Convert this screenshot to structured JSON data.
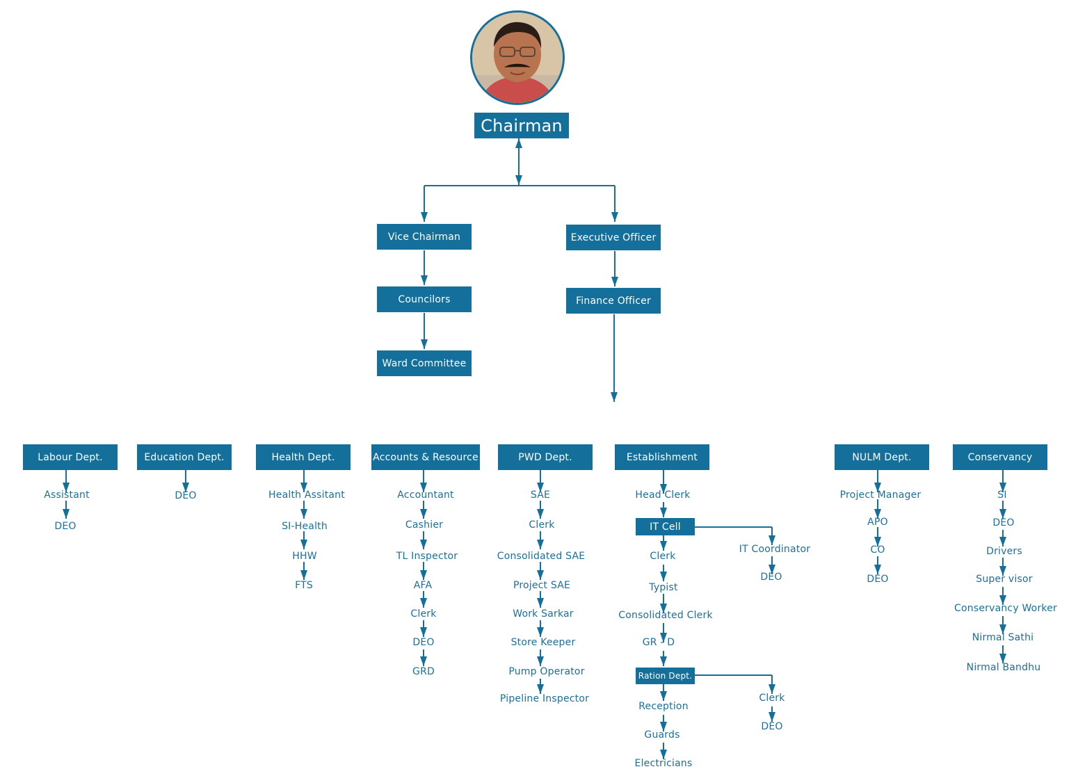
{
  "colors": {
    "primary": "#14709b",
    "text": "#1a6f99",
    "line": "#14709b",
    "background": "#ffffff"
  },
  "chairman": {
    "photo": "portrait-photo",
    "title": "Chairman"
  },
  "vice_chairman": {
    "title": "Vice Chairman",
    "chain": [
      "Councilors",
      "Ward Committee"
    ]
  },
  "executive_officer": {
    "title": "Executive Officer",
    "chain": [
      "Finance Officer"
    ]
  },
  "departments": [
    {
      "name": "Labour Dept.",
      "roles": [
        "Assistant",
        "DEO"
      ]
    },
    {
      "name": "Education Dept.",
      "roles": [
        "DEO"
      ]
    },
    {
      "name": "Health Dept.",
      "roles": [
        "Health Assitant",
        "SI-Health",
        "HHW",
        "FTS"
      ]
    },
    {
      "name": "Accounts & Resource",
      "roles": [
        "Accountant",
        "Cashier",
        "TL Inspector",
        "AFA",
        "Clerk",
        "DEO",
        "GRD"
      ]
    },
    {
      "name": "PWD Dept.",
      "roles": [
        "SAE",
        "Clerk",
        "Consolidated SAE",
        "Project SAE",
        "Work Sarkar",
        "Store Keeper",
        "Pump Operator",
        "Pipeline Inspector"
      ]
    },
    {
      "name": "Establishment",
      "roles": [
        "Head Clerk"
      ]
    },
    {
      "name": "NULM Dept.",
      "roles": [
        "Project Manager",
        "APO",
        "CO",
        "DEO"
      ]
    },
    {
      "name": "Conservancy",
      "roles": [
        "SI",
        "DEO",
        "Drivers",
        "Super visor",
        "Conservancy Worker",
        "Nirmal Sathi",
        "Nirmal Bandhu"
      ]
    }
  ],
  "it_cell": {
    "name": "IT Cell",
    "roles": [
      "Clerk",
      "Typist",
      "Consolidated Clerk",
      "GR - D"
    ],
    "branch": [
      "IT Coordinator",
      "DEO"
    ]
  },
  "ration_dept": {
    "name": "Ration Dept.",
    "roles": [
      "Reception",
      "Guards",
      "Electricians"
    ],
    "branch": [
      "Clerk",
      "DEO"
    ]
  }
}
